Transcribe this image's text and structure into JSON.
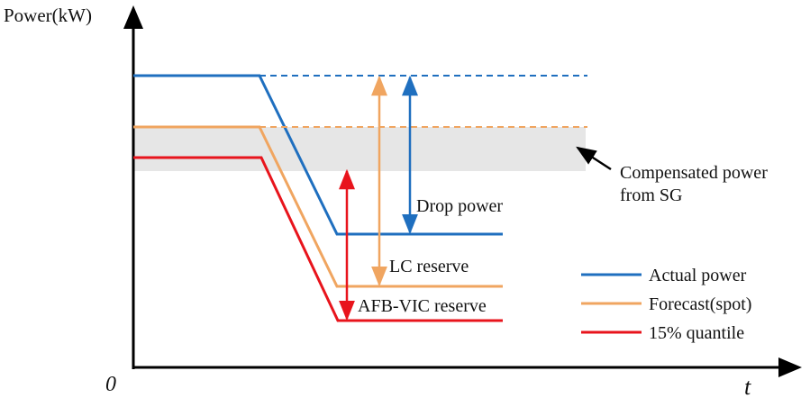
{
  "axes": {
    "y_label": "Power(kW)",
    "x_label": "t",
    "origin_label": "0"
  },
  "annotations": {
    "drop_power": "Drop power",
    "lc_reserve": "LC reserve",
    "afb_vic_reserve": "AFB-VIC reserve",
    "compensated_line1": "Compensated power",
    "compensated_line2": "from SG"
  },
  "legend": {
    "items": [
      {
        "label": "Actual power",
        "color": "#1f6fbf"
      },
      {
        "label": "Forecast(spot)",
        "color": "#f0a560"
      },
      {
        "label": "15% quantile",
        "color": "#e8141c"
      }
    ]
  },
  "colors": {
    "actual": "#1f6fbf",
    "forecast": "#f0a560",
    "quantile": "#e8141c",
    "band": "#e6e6e6",
    "axis": "#000000"
  }
}
